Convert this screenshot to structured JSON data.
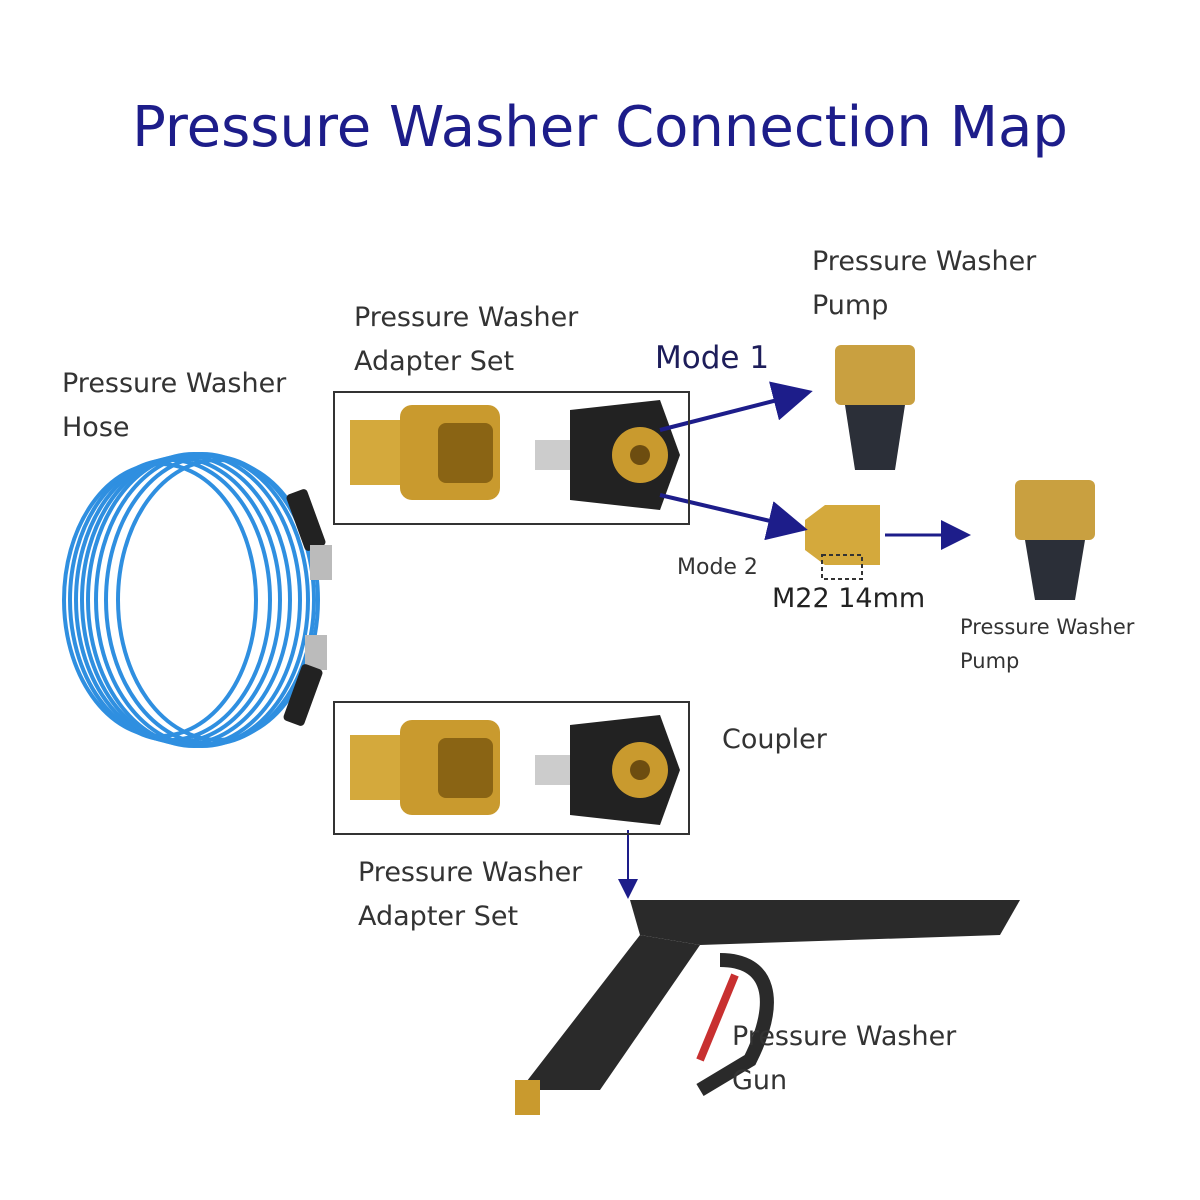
{
  "title": "Pressure Washer Connection Map",
  "labels": {
    "hose": [
      "Pressure Washer",
      "Hose"
    ],
    "adapter_top": [
      "Pressure Washer",
      "Adapter Set"
    ],
    "pump_top": [
      "Pressure Washer",
      "Pump"
    ],
    "mode1": "Mode 1",
    "mode2": "Mode 2",
    "m22": "M22 14mm",
    "pump_bottom": [
      "Pressure Washer",
      "Pump"
    ],
    "coupler": "Coupler",
    "adapter_bottom": [
      "Pressure Washer",
      "Adapter Set"
    ],
    "gun": [
      "Pressure Washer",
      "Gun"
    ]
  },
  "colors": {
    "title": "#1d1d8a",
    "arrow": "#1d1d8a",
    "hose": "#2f8fe0",
    "brass": "#d4a93c"
  }
}
